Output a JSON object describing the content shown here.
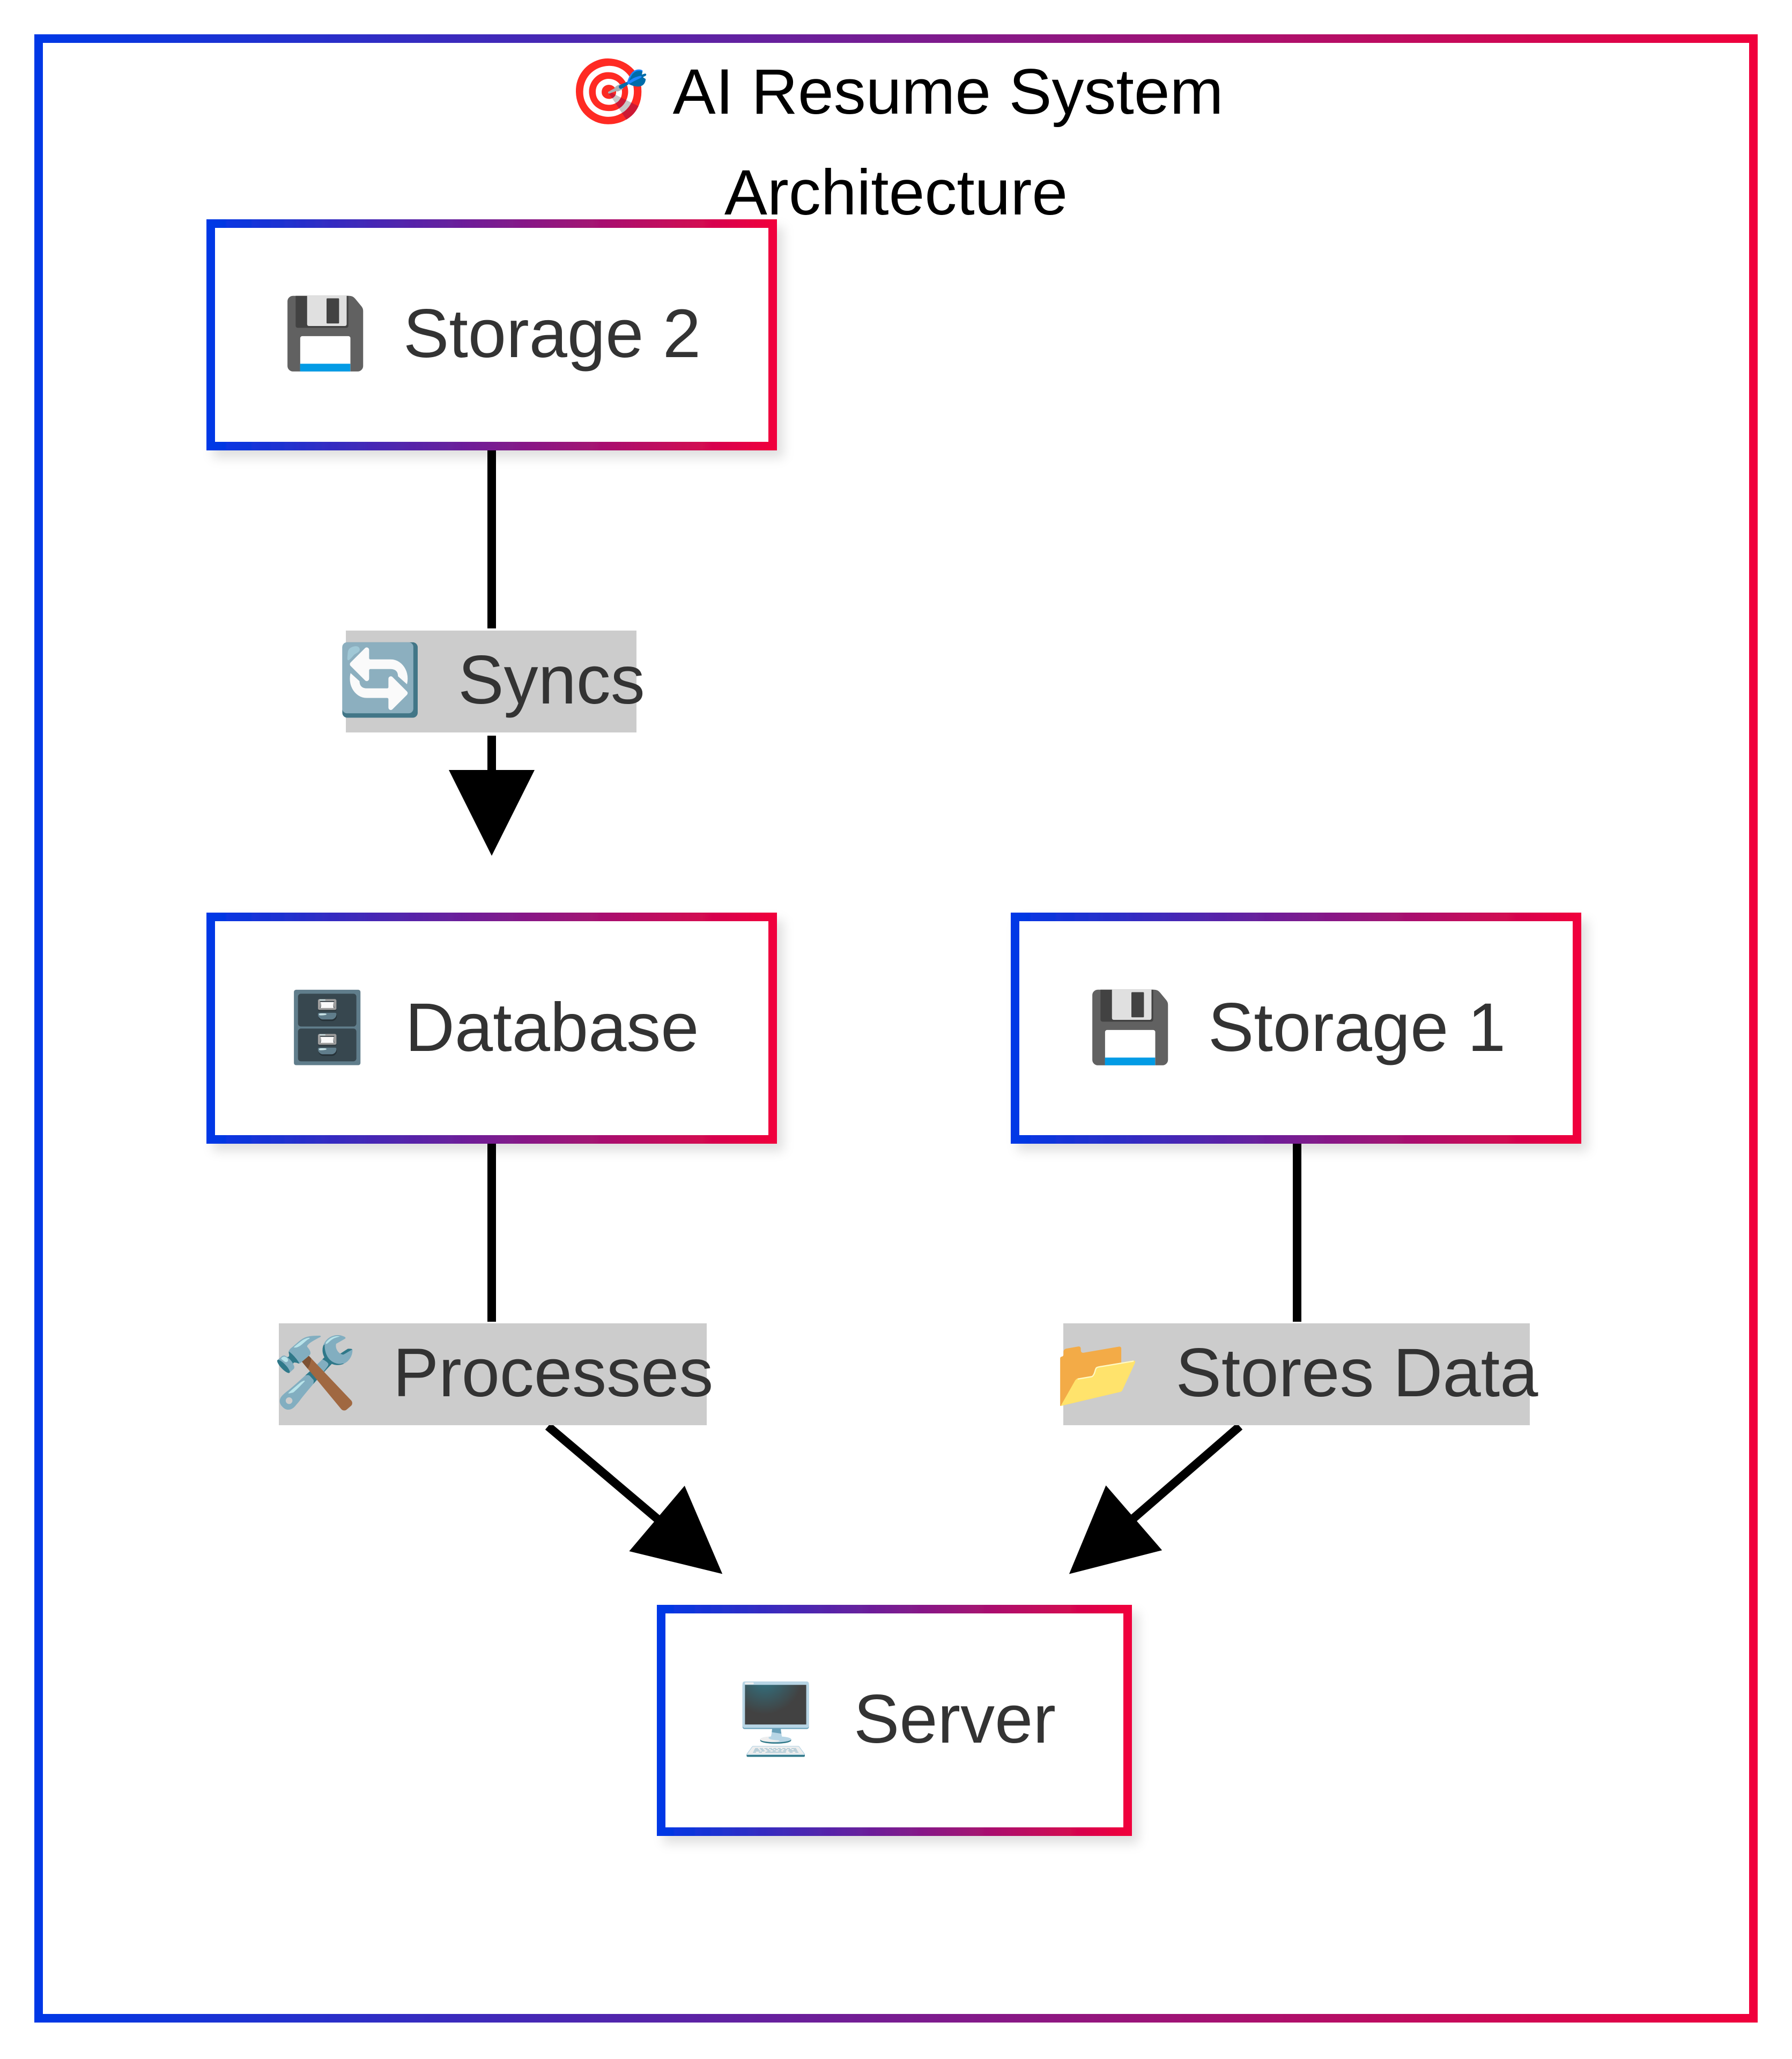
{
  "title": {
    "icon": "🎯",
    "icon_name": "target-icon",
    "line1": "AI Resume System",
    "line2": "Architecture"
  },
  "colors": {
    "gradient_start": "#0038e6",
    "gradient_end": "#f0003c",
    "edge": "#000000",
    "edge_label_bg": "#cccccc",
    "text": "#333333"
  },
  "nodes": {
    "storage2": {
      "icon": "💾",
      "icon_name": "floppy-disk-icon",
      "label": "Storage 2"
    },
    "database": {
      "icon": "🗄️",
      "icon_name": "file-cabinet-icon",
      "label": "Database"
    },
    "storage1": {
      "icon": "💾",
      "icon_name": "floppy-disk-icon",
      "label": "Storage 1"
    },
    "server": {
      "icon": "🖥️",
      "icon_name": "desktop-computer-icon",
      "label": "Server"
    }
  },
  "edges": {
    "syncs": {
      "from": "Storage 2",
      "to": "Database",
      "icon": "🔄",
      "icon_name": "sync-arrows-icon",
      "label": "Syncs"
    },
    "processes": {
      "from": "Database",
      "to": "Server",
      "icon": "🛠️",
      "icon_name": "hammer-wrench-icon",
      "label": "Processes"
    },
    "stores_data": {
      "from": "Storage 1",
      "to": "Server",
      "icon": "📂",
      "icon_name": "open-folder-icon",
      "label": "Stores Data"
    }
  }
}
